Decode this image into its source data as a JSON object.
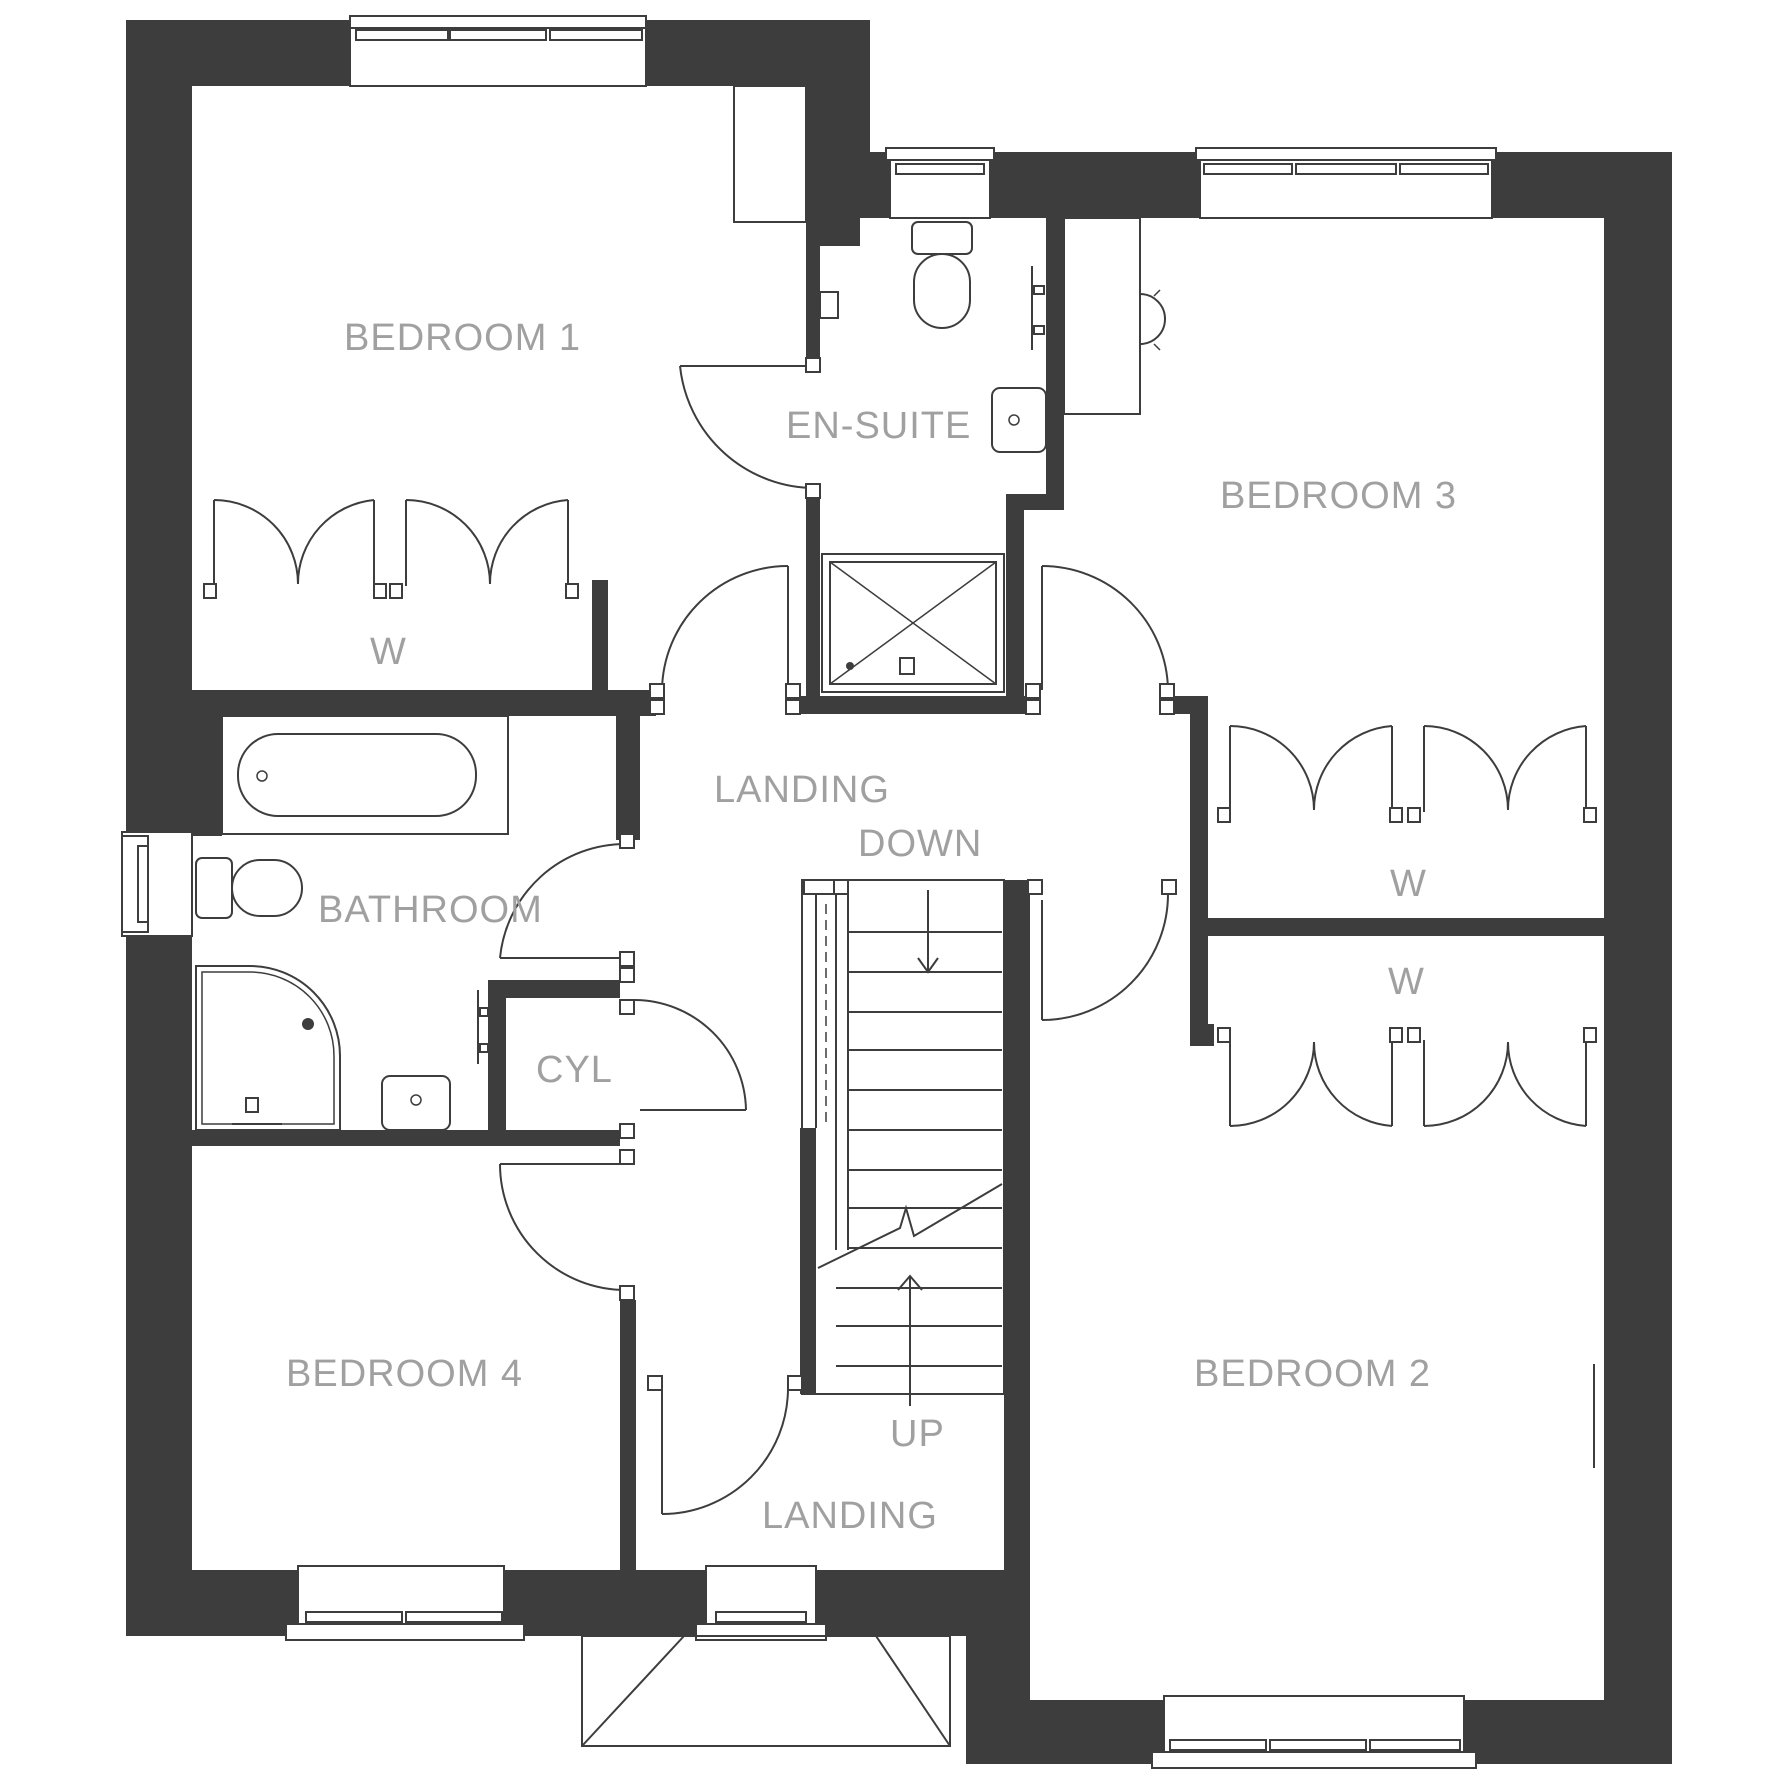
{
  "rooms": {
    "bedroom1": "BEDROOM 1",
    "ensuite": "EN-SUITE",
    "bedroom3": "BEDROOM 3",
    "wardrobe_b1": "W",
    "landing_top": "LANDING",
    "down": "DOWN",
    "bathroom": "BATHROOM",
    "wardrobe_b3": "W",
    "wardrobe_b2": "W",
    "cyl": "CYL",
    "bedroom4": "BEDROOM 4",
    "bedroom2": "BEDROOM 2",
    "up": "UP",
    "landing_bottom": "LANDING"
  },
  "colors": {
    "wall": "#3d3d3d",
    "label": "#a0a0a0",
    "background": "#ffffff"
  }
}
